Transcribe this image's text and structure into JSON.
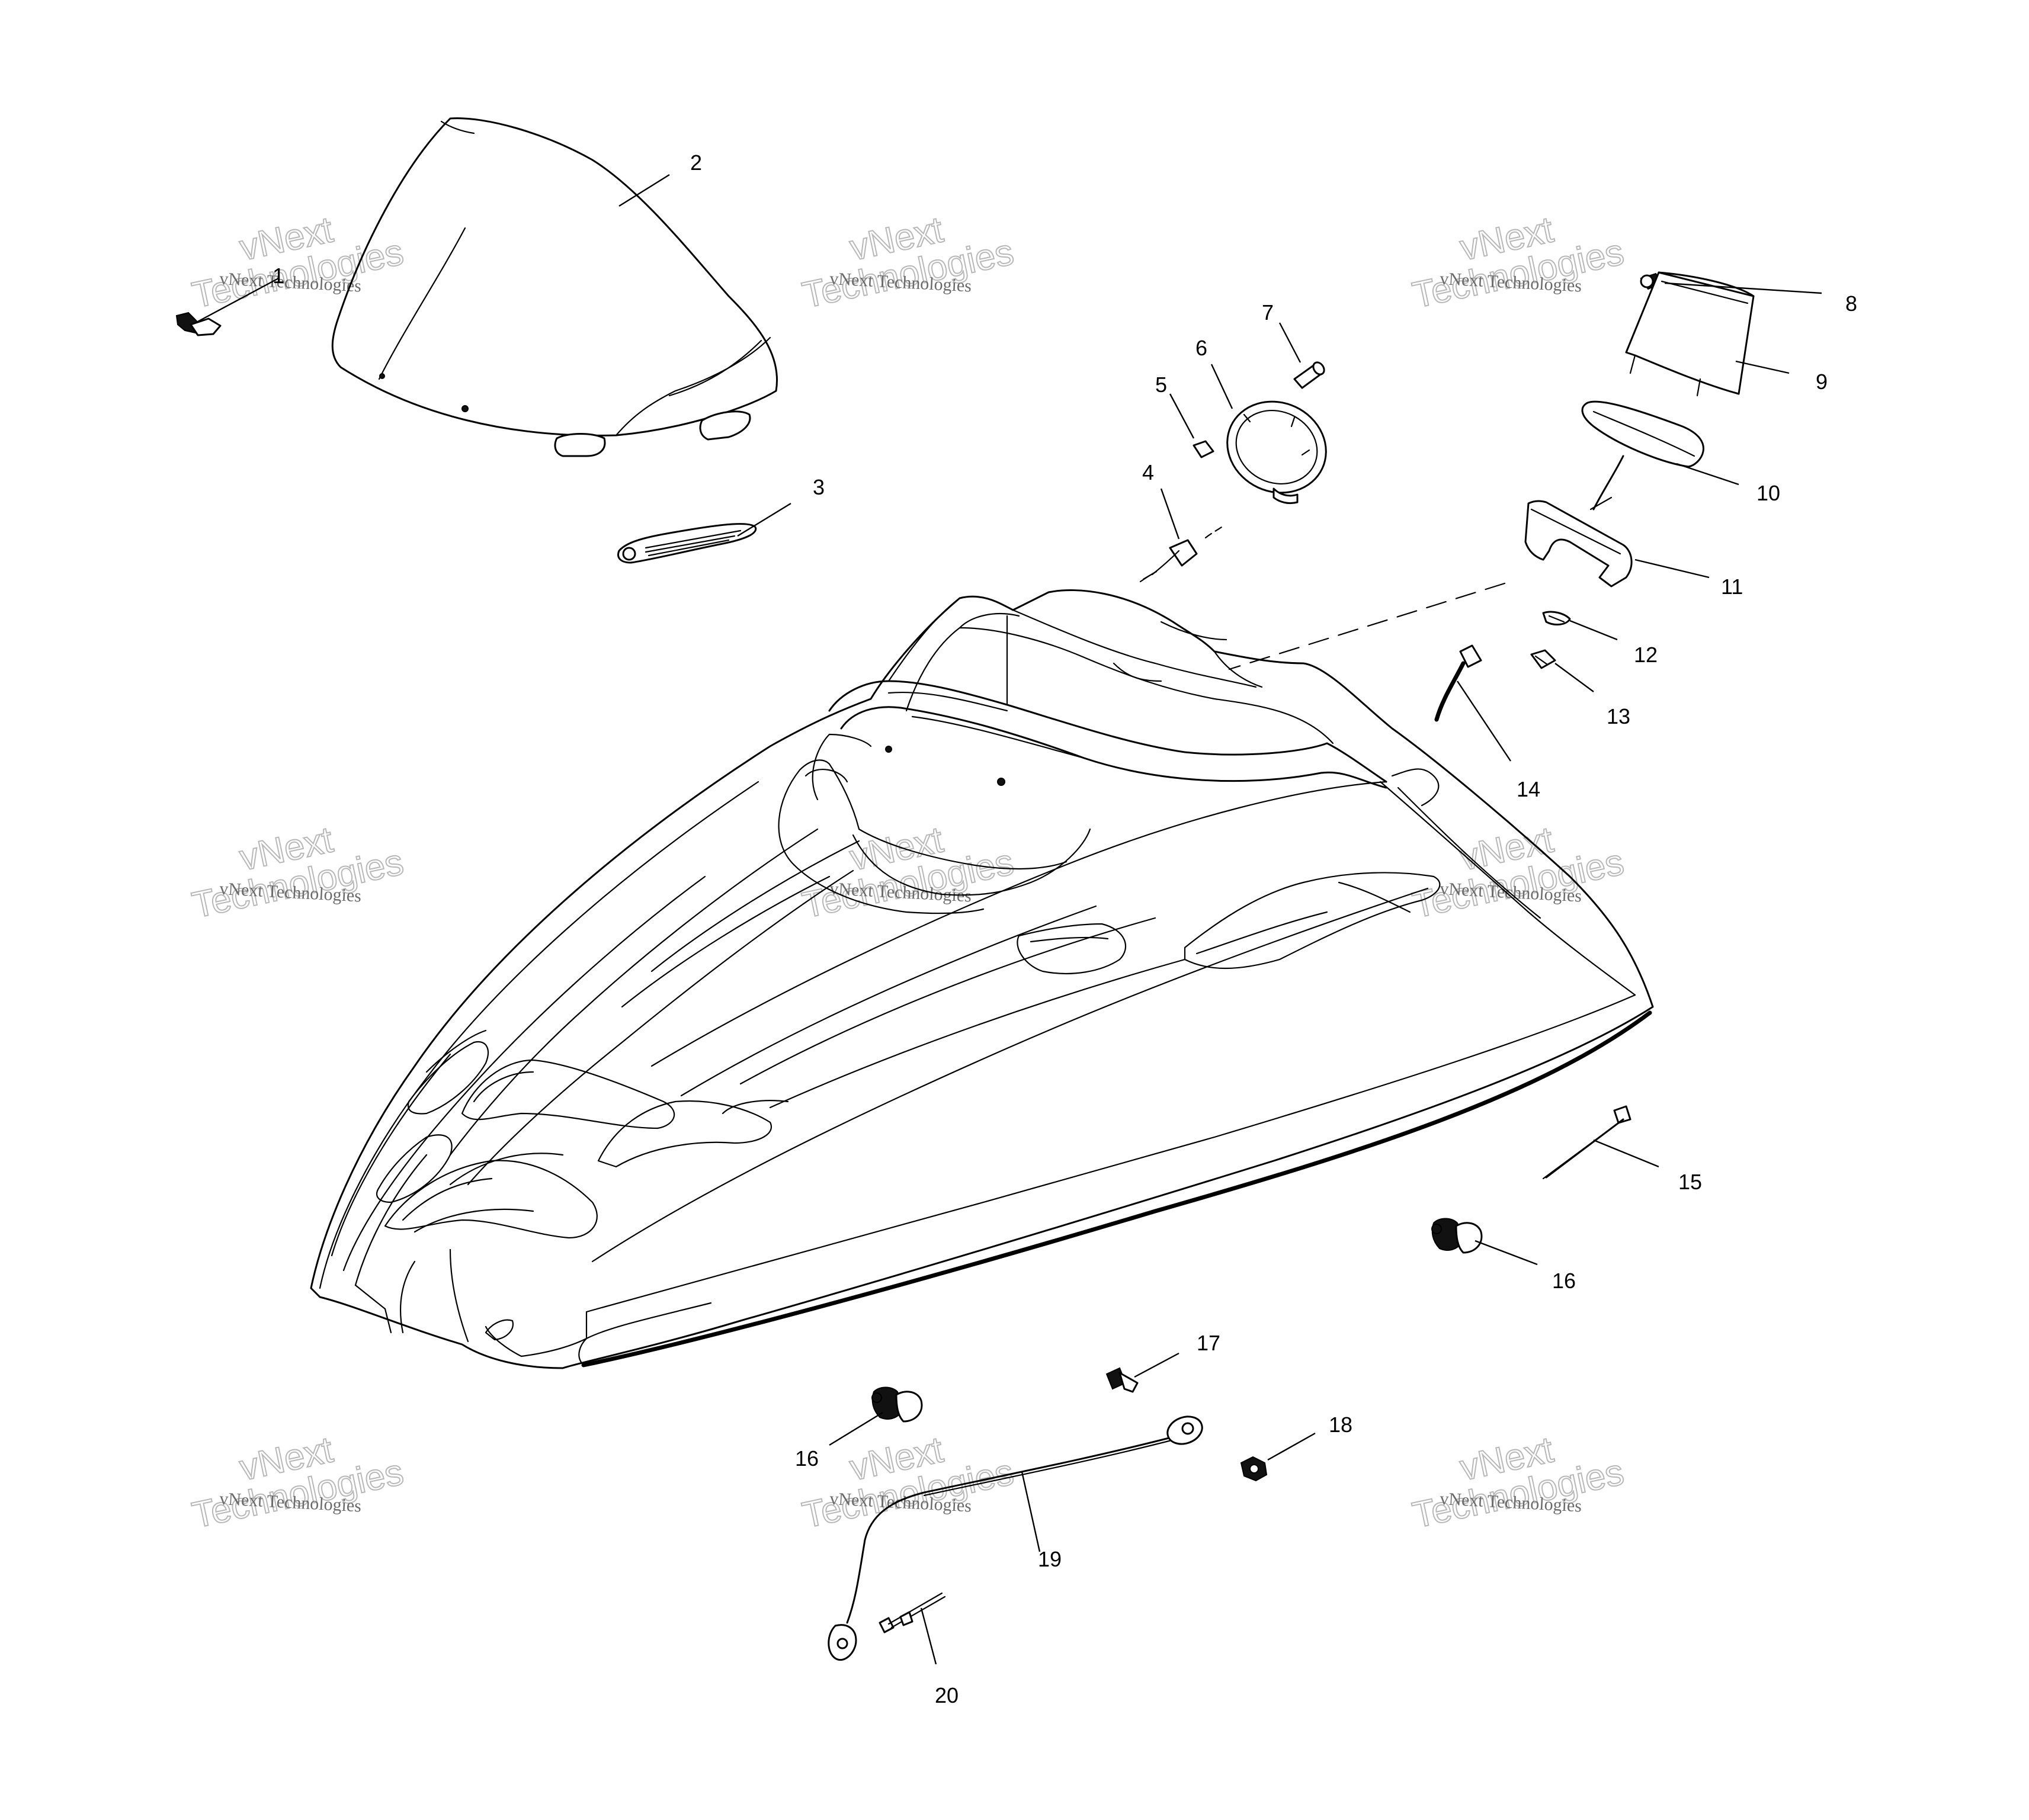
{
  "watermark": {
    "line1": "vNext Technologies",
    "line2": "vNext",
    "line3": "Technologies"
  },
  "callouts": [
    "1",
    "2",
    "3",
    "4",
    "5",
    "6",
    "7",
    "8",
    "9",
    "10",
    "11",
    "12",
    "13",
    "14",
    "15",
    "16",
    "16",
    "17",
    "18",
    "19",
    "20"
  ]
}
